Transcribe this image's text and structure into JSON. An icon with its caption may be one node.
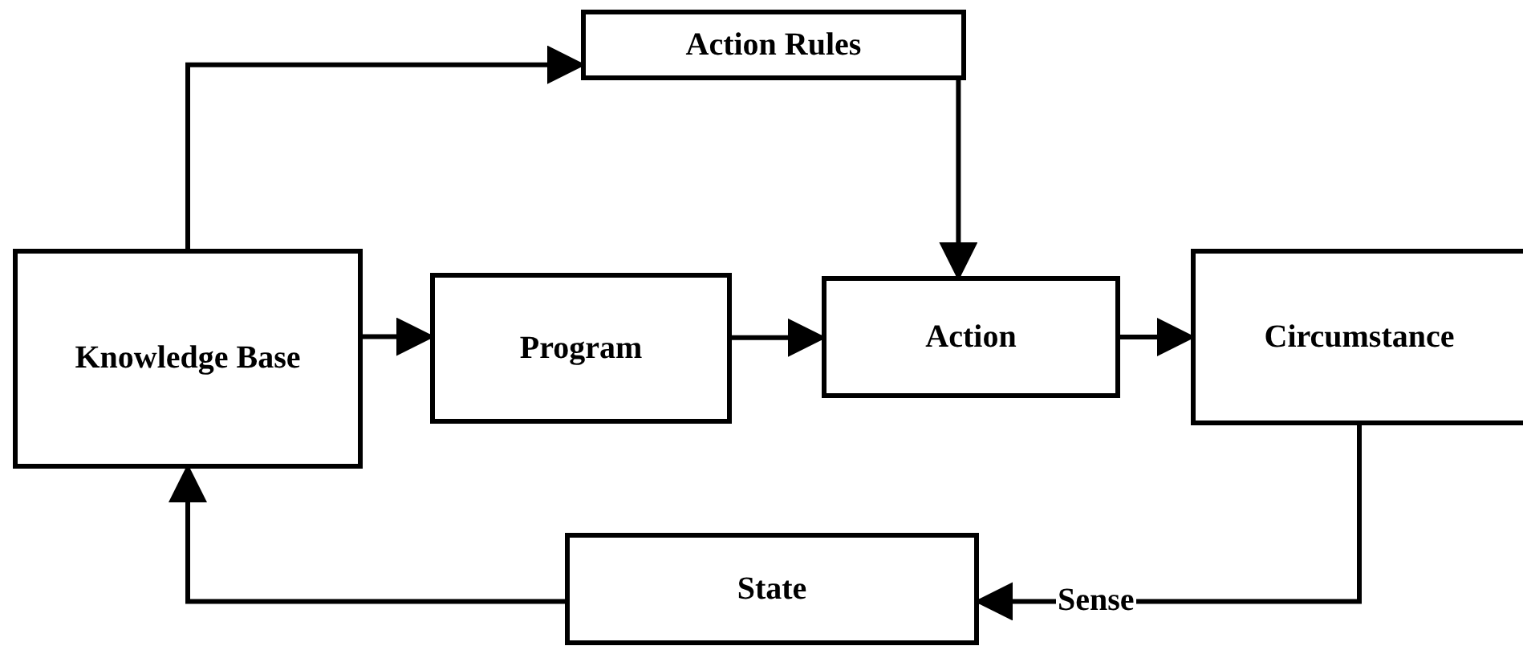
{
  "diagram": {
    "nodes": [
      {
        "text": [
          "Action Rules"
        ]
      },
      {
        "text": [
          "Knowledge Base"
        ]
      },
      {
        "text": [
          "Program"
        ]
      },
      {
        "text": [
          "Action"
        ]
      },
      {
        "text": [
          "Circumstance"
        ]
      },
      {
        "text": [
          "State"
        ]
      }
    ],
    "edges": [
      {
        "from": 1,
        "to": 0,
        "arrow": "to"
      },
      {
        "from": 1,
        "to": 2,
        "arrow": "to"
      },
      {
        "from": 2,
        "to": 3,
        "arrow": "to"
      },
      {
        "from": 0,
        "to": 3,
        "arrow": "to"
      },
      {
        "from": 3,
        "to": 4,
        "arrow": "to"
      },
      {
        "from": 4,
        "to": 5,
        "arrow": "to",
        "label": "Sense"
      },
      {
        "from": 5,
        "to": 1,
        "arrow": "to"
      }
    ]
  }
}
